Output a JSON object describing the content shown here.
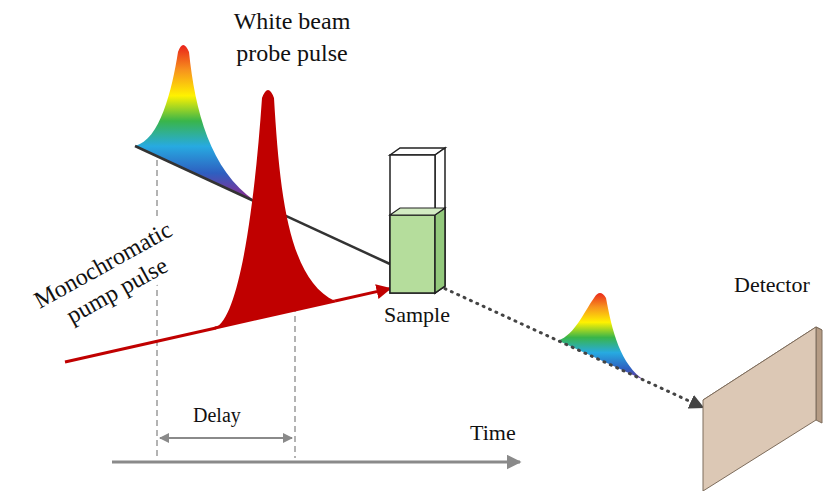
{
  "diagram": {
    "nodes": [
      {
        "text": [
          "White beam probe pulse"
        ]
      },
      {
        "text": [
          "Monochromatic pump pulse"
        ]
      },
      {
        "text": [
          "Sample"
        ]
      },
      {
        "text": [
          "Detector"
        ]
      }
    ],
    "edges": [
      {
        "from": 0,
        "to": 2,
        "arrow": "none"
      },
      {
        "from": 1,
        "to": 2,
        "arrow": "to"
      },
      {
        "from": 2,
        "to": 3,
        "arrow": "to"
      }
    ],
    "labels": [
      "Delay",
      "Time"
    ]
  }
}
